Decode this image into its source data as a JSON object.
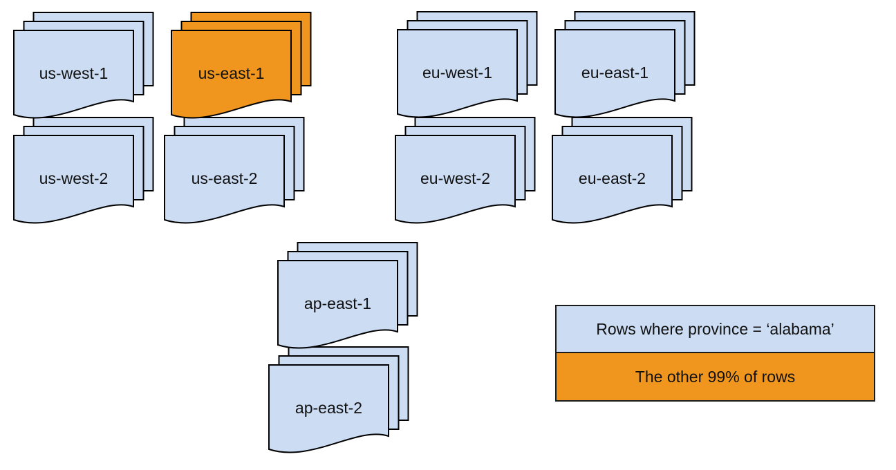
{
  "colors": {
    "page_blue": "#CBDCF3",
    "page_orange": "#F0961E",
    "stroke": "#000000"
  },
  "stacks": [
    {
      "label": "us-west-1",
      "variant": "blue"
    },
    {
      "label": "us-east-1",
      "variant": "orange"
    },
    {
      "label": "eu-west-1",
      "variant": "blue"
    },
    {
      "label": "eu-east-1",
      "variant": "blue"
    },
    {
      "label": "us-west-2",
      "variant": "blue"
    },
    {
      "label": "us-east-2",
      "variant": "blue"
    },
    {
      "label": "eu-west-2",
      "variant": "blue"
    },
    {
      "label": "eu-east-2",
      "variant": "blue"
    },
    {
      "label": "ap-east-1",
      "variant": "blue"
    },
    {
      "label": "ap-east-2",
      "variant": "blue"
    }
  ],
  "legend": {
    "rows": [
      {
        "label": "Rows where province = ‘alabama’",
        "variant": "blue"
      },
      {
        "label": "The other 99% of rows",
        "variant": "orange"
      }
    ]
  }
}
